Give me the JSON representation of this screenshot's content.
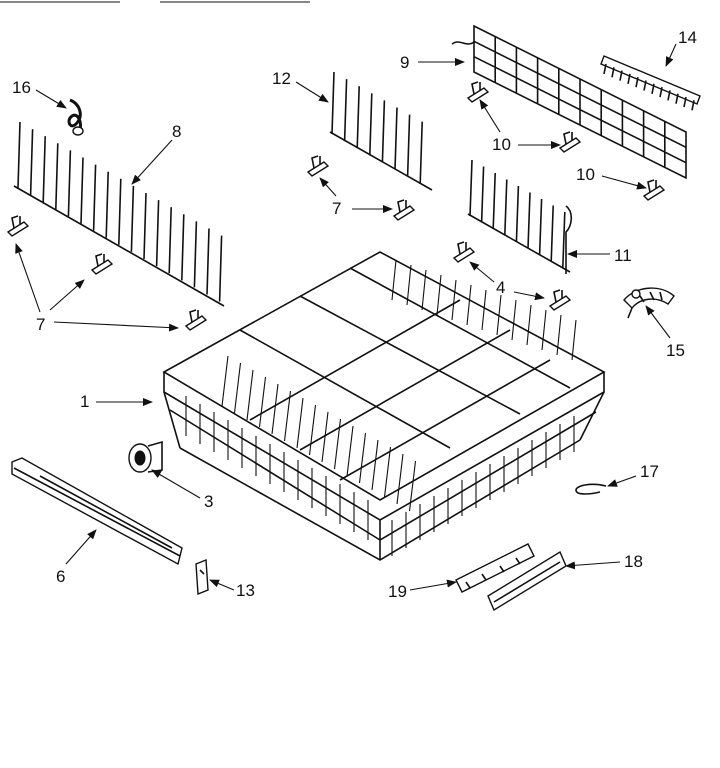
{
  "callouts": {
    "c1": "1",
    "c3": "3",
    "c4": "4",
    "c6": "6",
    "c7a": "7",
    "c7b": "7",
    "c8": "8",
    "c9": "9",
    "c10a": "10",
    "c10b": "10",
    "c11": "11",
    "c12": "12",
    "c13": "13",
    "c14": "14",
    "c15": "15",
    "c16": "16",
    "c17": "17",
    "c18": "18",
    "c19": "19"
  },
  "colors": {
    "ink": "#111111",
    "paper": "#ffffff"
  }
}
